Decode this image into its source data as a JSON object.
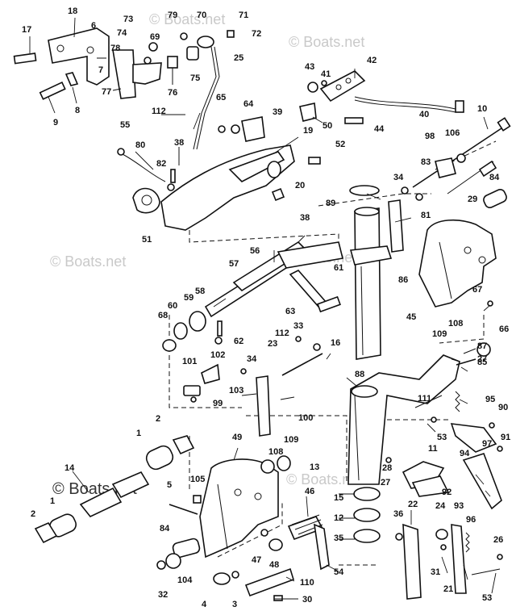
{
  "watermarks": [
    "© Boats.net",
    "© Boats.net",
    "© Boats.net",
    "© Boats.net",
    "© Boats.net",
    "© Boats.net"
  ],
  "callouts": [
    "18",
    "17",
    "6",
    "73",
    "79",
    "70",
    "71",
    "72",
    "74",
    "69",
    "7",
    "78",
    "75",
    "25",
    "76",
    "77",
    "8",
    "9",
    "65",
    "64",
    "39",
    "112",
    "42",
    "43",
    "41",
    "50",
    "44",
    "40",
    "10",
    "55",
    "80",
    "38",
    "19",
    "52",
    "98",
    "106",
    "83",
    "84",
    "82",
    "20",
    "29",
    "51",
    "34",
    "89",
    "38",
    "81",
    "57",
    "56",
    "61",
    "58",
    "59",
    "60",
    "68",
    "63",
    "86",
    "67",
    "45",
    "66",
    "112",
    "33",
    "102",
    "62",
    "23",
    "109",
    "108",
    "16",
    "27",
    "34",
    "87",
    "101",
    "88",
    "85",
    "99",
    "103",
    "100",
    "95",
    "111",
    "53",
    "90",
    "91",
    "2",
    "1",
    "14",
    "49",
    "108",
    "109",
    "13",
    "11",
    "94",
    "97",
    "28",
    "5",
    "105",
    "46",
    "27",
    "92",
    "15",
    "93",
    "12",
    "84",
    "36",
    "22",
    "24",
    "96",
    "35",
    "26",
    "47",
    "48",
    "110",
    "104",
    "54",
    "4",
    "3",
    "31",
    "32",
    "30",
    "21",
    "53",
    "2",
    "1"
  ]
}
